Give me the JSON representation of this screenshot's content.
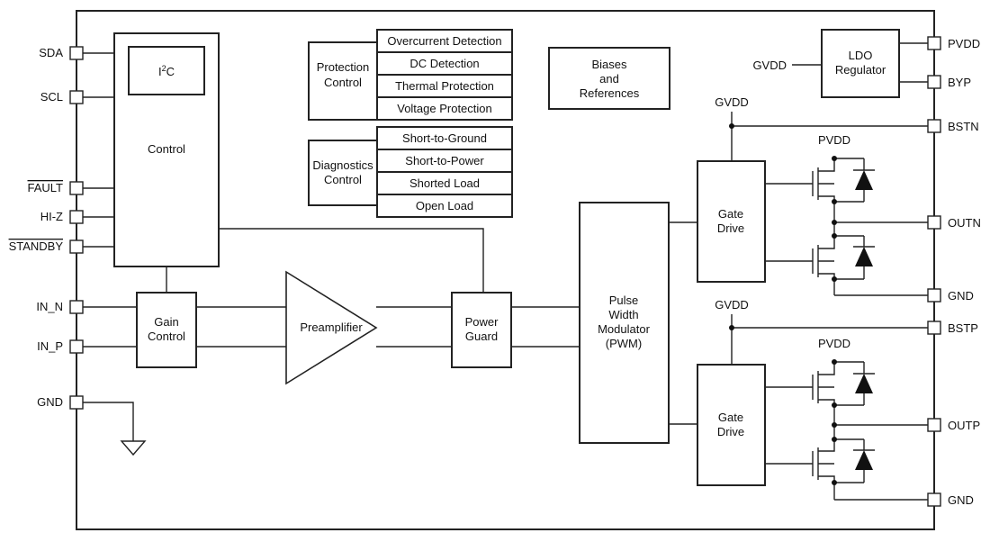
{
  "pins_left": {
    "sda": "SDA",
    "scl": "SCL",
    "fault": "FAULT",
    "hiz": "HI-Z",
    "standby": "STANDBY",
    "in_n": "IN_N",
    "in_p": "IN_P",
    "gnd": "GND"
  },
  "pins_right": {
    "pvdd": "PVDD",
    "byp": "BYP",
    "bstn": "BSTN",
    "outn": "OUTN",
    "gnd1": "GND",
    "bstp": "BSTP",
    "outp": "OUTP",
    "gnd2": "GND"
  },
  "blocks": {
    "i2c": {
      "base": "I",
      "sup": "2",
      "rest": "C"
    },
    "control": "Control",
    "protection_control": [
      "Protection",
      "Control"
    ],
    "protection_items": [
      "Overcurrent Detection",
      "DC Detection",
      "Thermal Protection",
      "Voltage Protection"
    ],
    "diagnostics_control": [
      "Diagnostics",
      "Control"
    ],
    "diagnostics_items": [
      "Short-to-Ground",
      "Short-to-Power",
      "Shorted Load",
      "Open Load"
    ],
    "biases": [
      "Biases",
      "and",
      "References"
    ],
    "ldo": [
      "LDO",
      "Regulator"
    ],
    "gain_control": [
      "Gain",
      "Control"
    ],
    "preamplifier": "Preamplifier",
    "power_guard": [
      "Power",
      "Guard"
    ],
    "pwm": [
      "Pulse",
      "Width",
      "Modulator",
      "(PWM)"
    ],
    "gate_drive_top": [
      "Gate",
      "Drive"
    ],
    "gate_drive_bottom": [
      "Gate",
      "Drive"
    ]
  },
  "nets": {
    "gvdd_ldo": "GVDD",
    "gvdd_top": "GVDD",
    "gvdd_bottom": "GVDD",
    "pvdd_top": "PVDD",
    "pvdd_bottom": "PVDD"
  }
}
